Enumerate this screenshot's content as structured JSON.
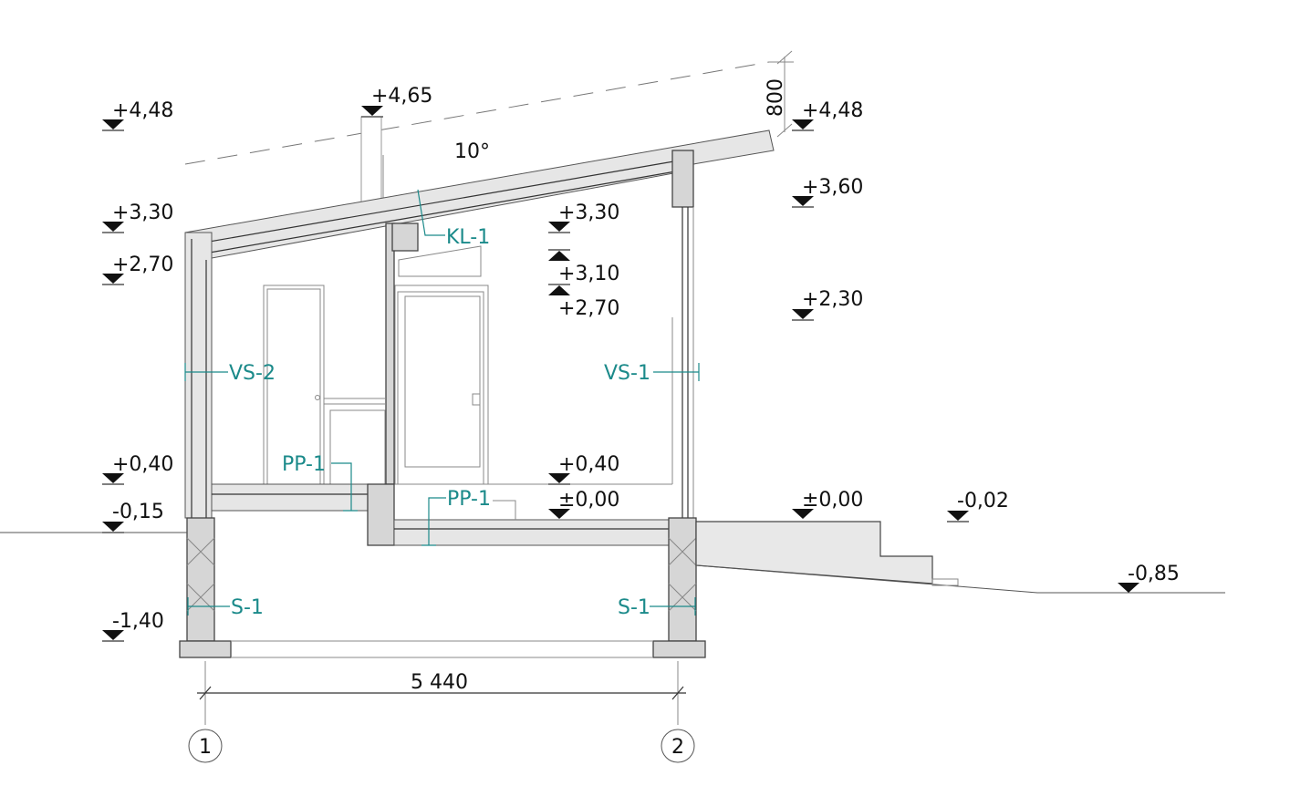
{
  "title": "Building section",
  "colors": {
    "tag": "#1b8a8a",
    "wall": "#d6d6d6",
    "line": "#333333"
  },
  "levels": {
    "l_448_left": "+4,48",
    "l_465": "+4,65",
    "l_448_right": "+4,48",
    "l_330_left": "+3,30",
    "l_270_left": "+2,70",
    "l_360_right": "+3,60",
    "l_330_mid": "+3,30",
    "l_310_mid": "+3,10",
    "l_270_mid": "+2,70",
    "l_230_right": "+2,30",
    "l_040_left": "+0,40",
    "l_040_mid": "+0,40",
    "l_m015_left": "-0,15",
    "l_000_mid": "±0,00",
    "l_000_right": "±0,00",
    "l_m002": "-0,02",
    "l_m085": "-0,85",
    "l_m140": "-1,40"
  },
  "tags": {
    "vs2": "VS-2",
    "vs1": "VS-1",
    "kl1": "KL-1",
    "pp1_upper": "PP-1",
    "pp1_lower": "PP-1",
    "s1_left": "S-1",
    "s1_right": "S-1"
  },
  "dimensions": {
    "span": "5 440",
    "overhang_offset": "800",
    "roof_angle": "10°"
  },
  "axes": {
    "axis1": "1",
    "axis2": "2"
  }
}
